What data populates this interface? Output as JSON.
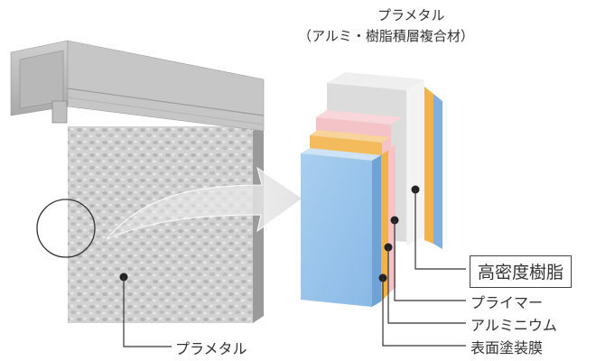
{
  "header": {
    "title": "プラメタル",
    "subtitle": "（アルミ・樹脂積層複合材）"
  },
  "callouts": {
    "primary_layer": "高密度樹脂",
    "primer": "プライマー",
    "aluminum": "アルミニウム",
    "surface_coating": "表面塗装膜",
    "panel": "プラメタル"
  },
  "colors": {
    "coating_blue": "#9dc4ea",
    "aluminum_orange": "#f0b24a",
    "primer_pink": "#f4c3c8",
    "resin_gray": "#e4e4e4",
    "panel_silver": "#c9c9c9"
  }
}
